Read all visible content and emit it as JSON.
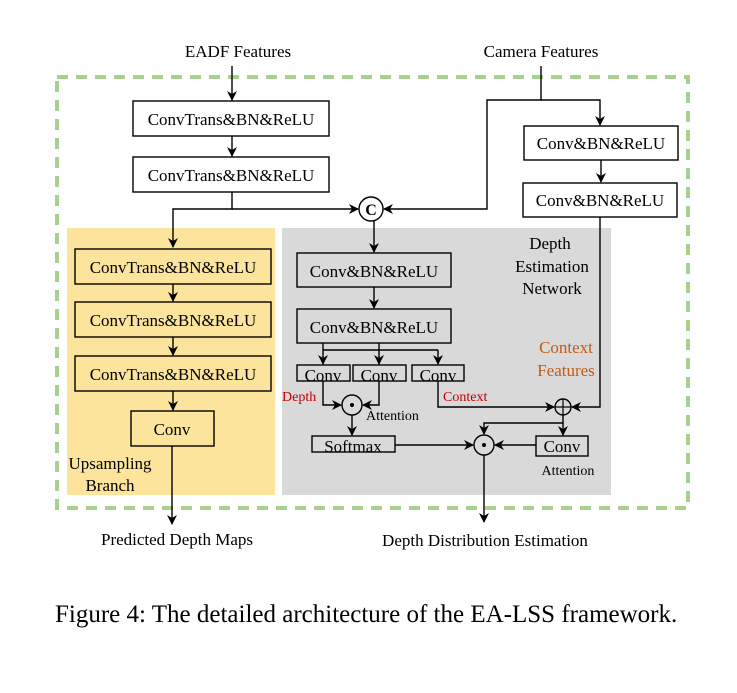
{
  "figure": {
    "inputs": {
      "eadf": "EADF Features",
      "camera": "Camera Features"
    },
    "blocks": {
      "eadf_conv1": "ConvTrans&BN&ReLU",
      "eadf_conv2": "ConvTrans&BN&ReLU",
      "cam_conv1": "Conv&BN&ReLU",
      "cam_conv2": "Conv&BN&ReLU",
      "concat_symbol": "C",
      "up_conv1": "ConvTrans&BN&ReLU",
      "up_conv2": "ConvTrans&BN&ReLU",
      "up_conv3": "ConvTrans&BN&ReLU",
      "up_conv_final": "Conv",
      "den_conv1": "Conv&BN&ReLU",
      "den_conv2": "Conv&BN&ReLU",
      "den_conv_depth": "Conv",
      "den_conv_attn": "Conv",
      "den_conv_context": "Conv",
      "softmax": "Softmax",
      "attn_conv": "Conv"
    },
    "labels": {
      "upsampling_line1": "Upsampling",
      "upsampling_line2": "Branch",
      "den_line1": "Depth",
      "den_line2": "Estimation",
      "den_line3": "Network",
      "context_features_line1": "Context",
      "context_features_line2": "Features",
      "depth": "Depth",
      "context": "Context",
      "attention1": "Attention",
      "attention2": "Attention"
    },
    "outputs": {
      "predicted_depth": "Predicted Depth Maps",
      "depth_distribution": "Depth Distribution Estimation"
    },
    "colors": {
      "upsampling_bg": "#fce49c",
      "den_bg": "#d9d9d9",
      "dashed_border": "#a9d18e",
      "red_label": "#c00000",
      "orange_label": "#c55a11"
    }
  },
  "caption": "Figure 4: The detailed architecture of the EA-LSS framework."
}
